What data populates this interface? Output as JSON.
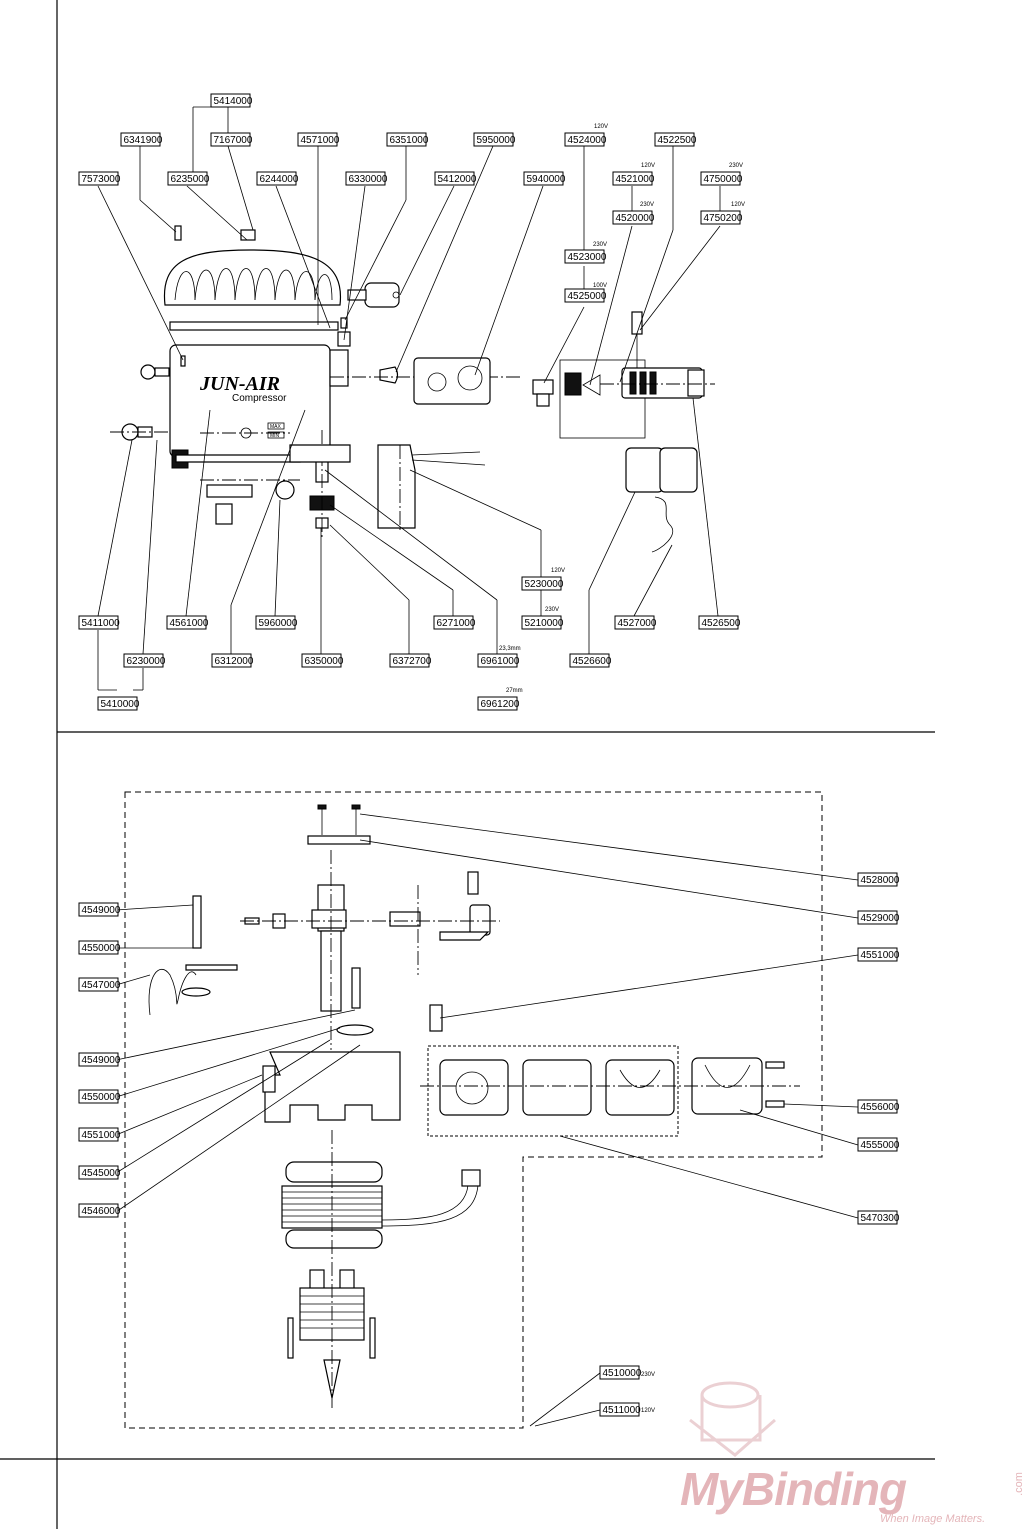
{
  "top_labels": [
    "5414000",
    "7167000",
    "6341900",
    "6235000",
    "4571000",
    "6351000",
    "5950000",
    "4524000",
    "4522500",
    "7573000",
    "6244000",
    "6330000",
    "5412000",
    "5940000",
    "4521000",
    "4750000",
    "4520000",
    "4750200",
    "4523000",
    "4525000",
    "5230000",
    "5210000",
    "4527000",
    "4526500",
    "5411000",
    "4561000",
    "5960000",
    "6271000",
    "4526600",
    "6230000",
    "6312000",
    "6350000",
    "6372700",
    "6961000",
    "5410000",
    "6961200"
  ],
  "bottom_labels": [
    "4528000",
    "4529000",
    "4549000",
    "4550000",
    "4547000",
    "4551000",
    "4549000",
    "4550000",
    "4551000",
    "4545000",
    "4546000",
    "4556000",
    "4555000",
    "5470300",
    "4510000",
    "4511000"
  ],
  "voltage_notes": [
    "120V",
    "120V",
    "230V",
    "230V",
    "120V",
    "230V",
    "100V",
    "120V",
    "230V",
    "23,3mm",
    "27mm",
    "230V",
    "120V"
  ],
  "brand": {
    "compressor_brand": "JUN-AIR",
    "compressor_sub": "Compressor",
    "gauge_max": "MAX",
    "gauge_min": "MIN"
  },
  "watermark": {
    "name": "MyBinding",
    "tagline": "When Image Matters.",
    "suffix": ".com"
  }
}
